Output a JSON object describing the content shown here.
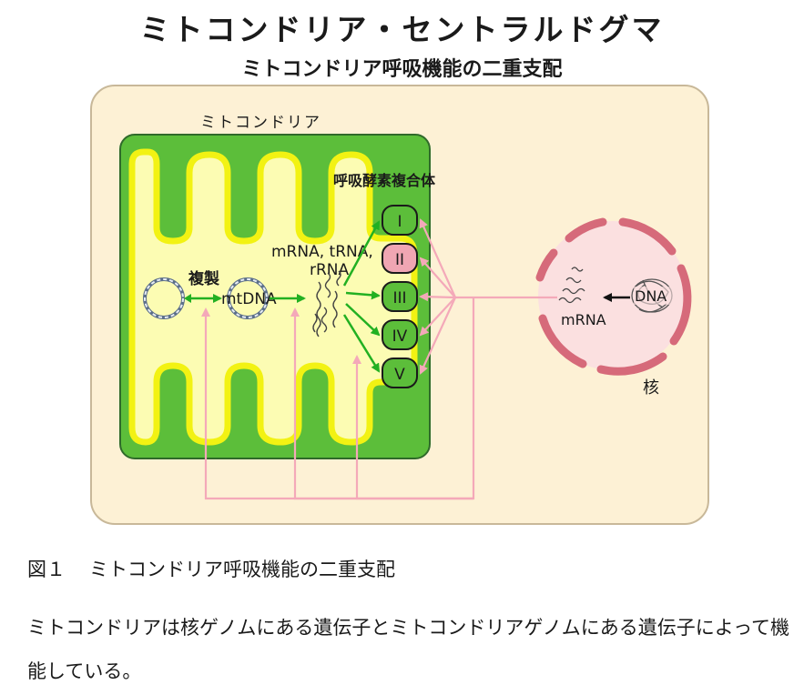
{
  "header": {
    "title": "ミトコンドリア・セントラルドグマ",
    "subtitle": "ミトコンドリア呼吸機能の二重支配"
  },
  "diagram": {
    "mitochondria_label": "ミトコンドリア",
    "respiratory_complex_label": "呼吸酵素複合体",
    "replication_label": "複製",
    "mtdna_label": "mtDNA",
    "mito_rna_line1": "mRNA, tRNA,",
    "mito_rna_line2": "rRNA",
    "complexes": [
      "I",
      "II",
      "III",
      "IV",
      "V"
    ],
    "nucleus_label": "核",
    "nuclear_dna_label": "DNA",
    "nuclear_mrna_label": "mRNA",
    "colors": {
      "cell_fill": "#fdf1d5",
      "cell_stroke": "#c8b899",
      "matrix_green": "#5cbe3a",
      "inner_membrane_yellow": "#f2f213",
      "matrix_fill": "#fcfcb3",
      "complex_fill": "#f0a6b3",
      "complex_green_fill": "#5cbe3a",
      "nucleus_fill": "#fbe0e0",
      "nucleus_stroke": "#d66a7a",
      "pink_arrow": "#f4a9b9",
      "green_arrow": "#22b022"
    }
  },
  "caption": {
    "figure_number": "図１",
    "text": "ミトコンドリア呼吸機能の二重支配"
  },
  "body": {
    "text": "ミトコンドリアは核ゲノムにある遺伝子とミトコンドリアゲノムにある遺伝子によって機能している。"
  }
}
